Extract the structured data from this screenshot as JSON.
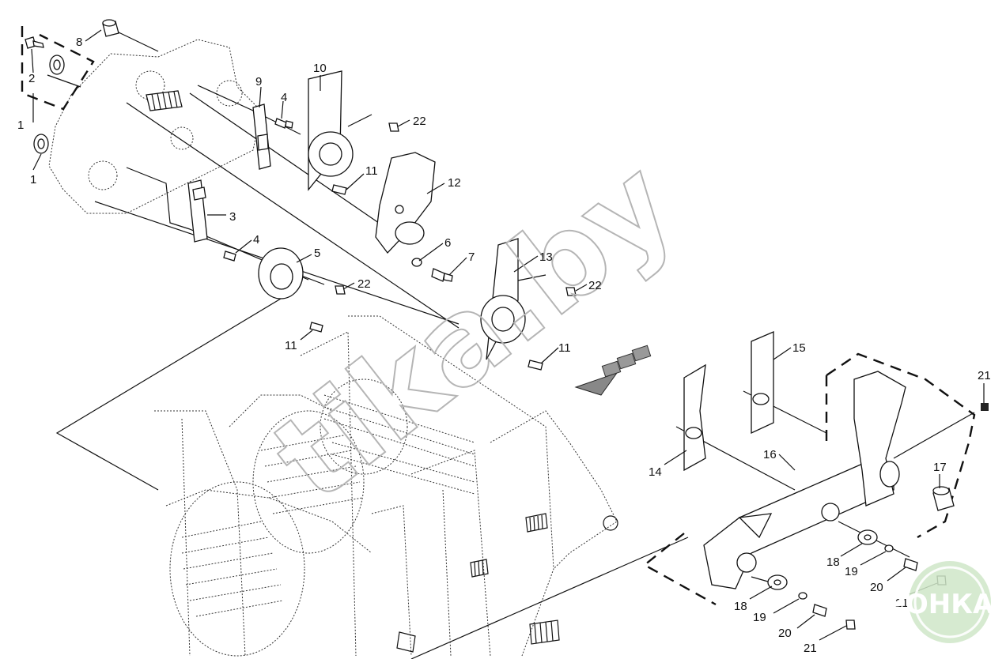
{
  "diagram": {
    "part_numbers": [
      "1",
      "1",
      "2",
      "3",
      "4",
      "4",
      "5",
      "6",
      "7",
      "8",
      "9",
      "10",
      "11",
      "11",
      "11",
      "12",
      "13",
      "14",
      "15",
      "16",
      "17",
      "18",
      "18",
      "19",
      "19",
      "20",
      "20",
      "21",
      "21",
      "21",
      "22",
      "22",
      "22"
    ]
  },
  "watermark": {
    "text": "tika.by"
  },
  "logo": {
    "text": "АГРОНКА"
  }
}
